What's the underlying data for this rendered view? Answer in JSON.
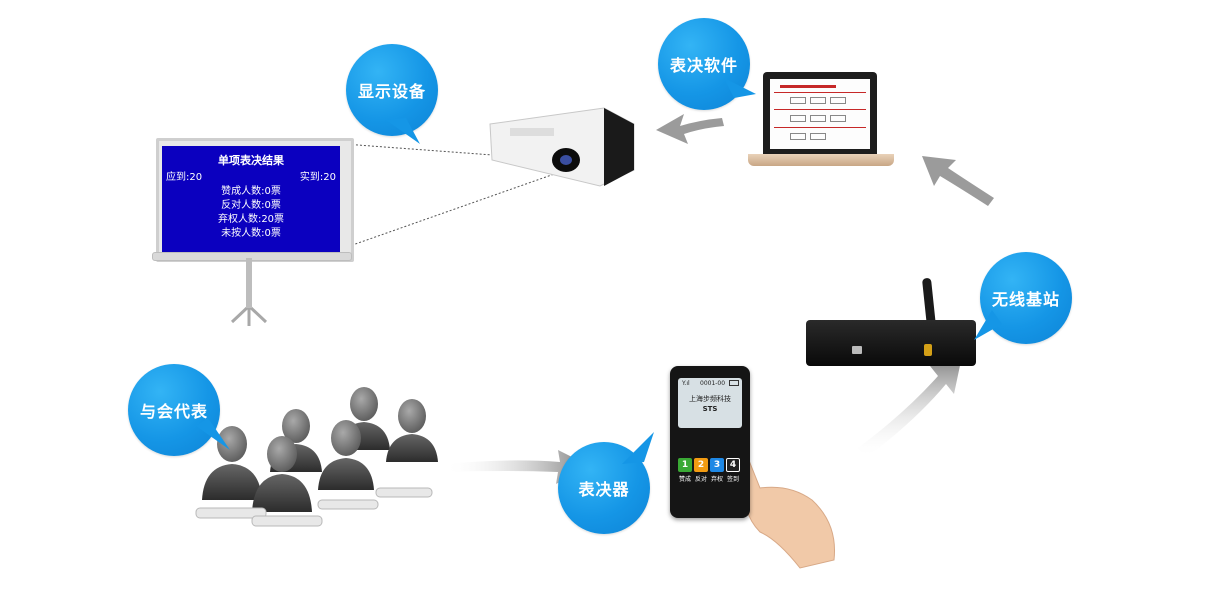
{
  "labels": {
    "display_device": "显示设备",
    "voting_software": "表决软件",
    "base_station": "无线基站",
    "delegates": "与会代表",
    "voter": "表决器"
  },
  "screen": {
    "title": "单项表决结果",
    "expected": "应到:20",
    "actual": "实到:20",
    "lines": [
      "赞成人数:0票",
      "反对人数:0票",
      "弃权人数:20票",
      "未按人数:0票"
    ]
  },
  "keypad": {
    "status": "0001-00",
    "brand": "上海步频科技",
    "model": "STS",
    "keys": [
      {
        "num": "1",
        "label": "赞成",
        "color": "#3aa935"
      },
      {
        "num": "2",
        "label": "反对",
        "color": "#f39c12"
      },
      {
        "num": "3",
        "label": "弃权",
        "color": "#1e88e5"
      },
      {
        "num": "4",
        "label": "签到",
        "color": "#222222"
      }
    ]
  },
  "colors": {
    "bubble": "#1596e6",
    "screen_bg": "#0b00bf",
    "arrow": "#9a9a9a"
  }
}
